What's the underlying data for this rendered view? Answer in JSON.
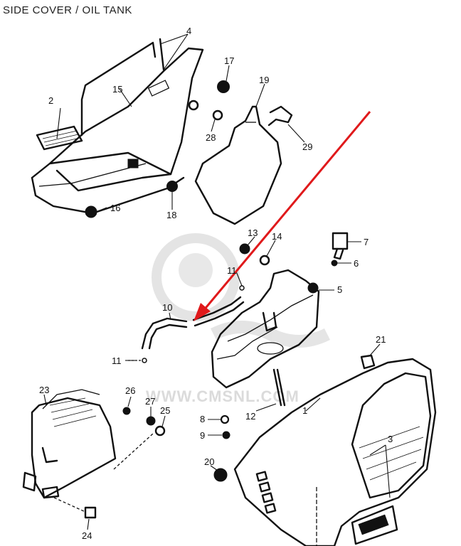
{
  "title": "SIDE COVER / OIL TANK",
  "watermark": "WWW.CMSNL.COM",
  "arrow_color": "#e0191b",
  "callouts": [
    {
      "id": "c1",
      "label": "1"
    },
    {
      "id": "c2",
      "label": "2"
    },
    {
      "id": "c3",
      "label": "3"
    },
    {
      "id": "c4",
      "label": "4"
    },
    {
      "id": "c5",
      "label": "5"
    },
    {
      "id": "c6",
      "label": "6"
    },
    {
      "id": "c7",
      "label": "7"
    },
    {
      "id": "c8",
      "label": "8"
    },
    {
      "id": "c9",
      "label": "9"
    },
    {
      "id": "c10",
      "label": "10"
    },
    {
      "id": "c11a",
      "label": "11"
    },
    {
      "id": "c11b",
      "label": "11"
    },
    {
      "id": "c12",
      "label": "12"
    },
    {
      "id": "c13",
      "label": "13"
    },
    {
      "id": "c14",
      "label": "14"
    },
    {
      "id": "c15",
      "label": "15"
    },
    {
      "id": "c16",
      "label": "16"
    },
    {
      "id": "c17",
      "label": "17"
    },
    {
      "id": "c18",
      "label": "18"
    },
    {
      "id": "c19",
      "label": "19"
    },
    {
      "id": "c20",
      "label": "20"
    },
    {
      "id": "c21",
      "label": "21"
    },
    {
      "id": "c23",
      "label": "23"
    },
    {
      "id": "c24",
      "label": "24"
    },
    {
      "id": "c25",
      "label": "25"
    },
    {
      "id": "c26",
      "label": "26"
    },
    {
      "id": "c27",
      "label": "27"
    },
    {
      "id": "c28",
      "label": "28"
    },
    {
      "id": "c29",
      "label": "29"
    }
  ]
}
